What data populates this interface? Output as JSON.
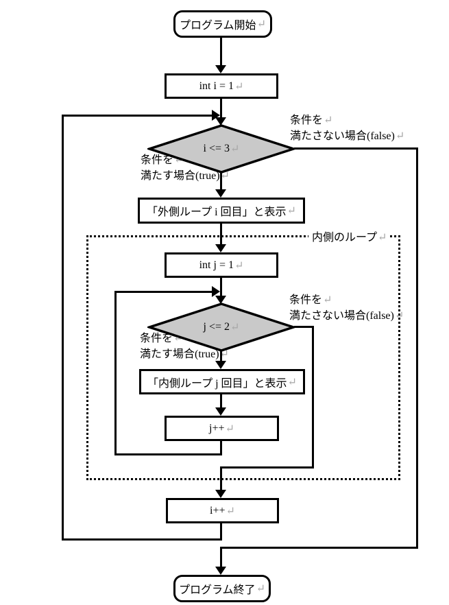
{
  "marks": {
    "eol": "↵"
  },
  "colors": {
    "diamond_fill": "#c9c9c9",
    "line": "#000000",
    "eol_gray": "#a6a6a6"
  },
  "nodes": {
    "start": {
      "label": "プログラム開始",
      "type": "terminator"
    },
    "init_i": {
      "label": "int i = 1",
      "type": "process"
    },
    "cond_i": {
      "label": "i <= 3",
      "type": "decision"
    },
    "print_outer": {
      "label": "「外側ループ i 回目」と表示",
      "type": "process"
    },
    "init_j": {
      "label": "int j = 1",
      "type": "process"
    },
    "cond_j": {
      "label": "j <= 2",
      "type": "decision"
    },
    "print_inner": {
      "label": "「内側ループ j 回目」と表示",
      "type": "process"
    },
    "incr_j": {
      "label": "j++",
      "type": "process"
    },
    "incr_i": {
      "label": "i++",
      "type": "process"
    },
    "end": {
      "label": "プログラム終了",
      "type": "terminator"
    }
  },
  "groups": {
    "inner_loop": {
      "label": "内側のループ"
    }
  },
  "branch_labels": {
    "outer_true": {
      "line1": "条件を",
      "line2": "満たす場合(true)"
    },
    "outer_false": {
      "line1": "条件を",
      "line2": "満たさない場合(false)"
    },
    "inner_true": {
      "line1": "条件を",
      "line2": "満たす場合(true)"
    },
    "inner_false": {
      "line1": "条件を",
      "line2": "満たさない場合(false)"
    }
  }
}
